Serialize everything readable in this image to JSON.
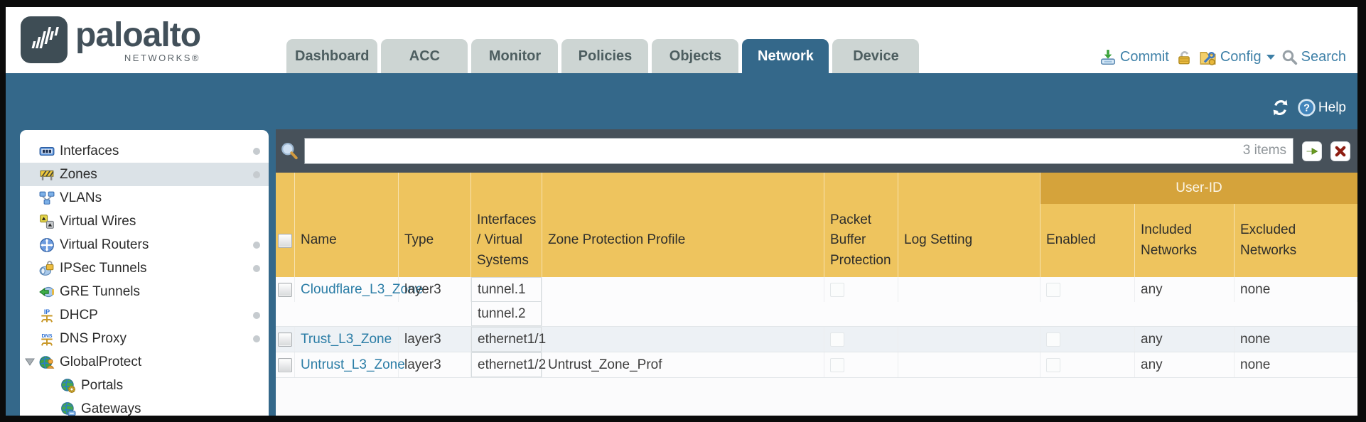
{
  "brand": {
    "name": "paloalto",
    "subtitle": "NETWORKS®"
  },
  "tabs": [
    {
      "label": "Dashboard",
      "active": false
    },
    {
      "label": "ACC",
      "active": false
    },
    {
      "label": "Monitor",
      "active": false
    },
    {
      "label": "Policies",
      "active": false
    },
    {
      "label": "Objects",
      "active": false
    },
    {
      "label": "Network",
      "active": true
    },
    {
      "label": "Device",
      "active": false
    }
  ],
  "toolbar": {
    "commit": "Commit",
    "config": "Config",
    "search": "Search"
  },
  "helpbar": {
    "help": "Help"
  },
  "sidebar": {
    "items": [
      {
        "label": "Interfaces",
        "icon": "interfaces-icon",
        "dot": true,
        "selected": false
      },
      {
        "label": "Zones",
        "icon": "zones-icon",
        "dot": true,
        "selected": true
      },
      {
        "label": "VLANs",
        "icon": "vlans-icon",
        "dot": false,
        "selected": false
      },
      {
        "label": "Virtual Wires",
        "icon": "virtual-wires-icon",
        "dot": false,
        "selected": false
      },
      {
        "label": "Virtual Routers",
        "icon": "virtual-routers-icon",
        "dot": true,
        "selected": false
      },
      {
        "label": "IPSec Tunnels",
        "icon": "ipsec-tunnels-icon",
        "dot": true,
        "selected": false
      },
      {
        "label": "GRE Tunnels",
        "icon": "gre-tunnels-icon",
        "dot": false,
        "selected": false
      },
      {
        "label": "DHCP",
        "icon": "dhcp-icon",
        "dot": true,
        "selected": false
      },
      {
        "label": "DNS Proxy",
        "icon": "dns-proxy-icon",
        "dot": true,
        "selected": false
      },
      {
        "label": "GlobalProtect",
        "icon": "globalprotect-icon",
        "dot": false,
        "selected": false,
        "expanded": true
      },
      {
        "label": "Portals",
        "icon": "portals-icon",
        "dot": false,
        "selected": false,
        "child": true
      },
      {
        "label": "Gateways",
        "icon": "gateways-icon",
        "dot": false,
        "selected": false,
        "child": true
      }
    ]
  },
  "filterbar": {
    "value": "",
    "count": "3 items"
  },
  "table": {
    "group_header": "User-ID",
    "columns": {
      "name": "Name",
      "type": "Type",
      "interfaces": "Interfaces / Virtual Systems",
      "zone_protection": "Zone Protection Profile",
      "packet_buffer": "Packet Buffer Protection",
      "log_setting": "Log Setting",
      "enabled": "Enabled",
      "included": "Included Networks",
      "excluded": "Excluded Networks"
    },
    "rows": [
      {
        "name": "Cloudflare_L3_Zone",
        "type": "layer3",
        "interfaces": [
          "tunnel.1",
          "tunnel.2"
        ],
        "zone_protection": "",
        "log_setting": "",
        "included": "any",
        "excluded": "none"
      },
      {
        "name": "Trust_L3_Zone",
        "type": "layer3",
        "interfaces": [
          "ethernet1/1"
        ],
        "zone_protection": "",
        "log_setting": "",
        "included": "any",
        "excluded": "none"
      },
      {
        "name": "Untrust_L3_Zone",
        "type": "layer3",
        "interfaces": [
          "ethernet1/2"
        ],
        "zone_protection": "Untrust_Zone_Prof",
        "log_setting": "",
        "included": "any",
        "excluded": "none"
      }
    ]
  },
  "colors": {
    "teal_header": "#34688a",
    "table_header_gold": "#eec45e",
    "user_id_band_gold": "#d5a33b",
    "filter_bar_slate": "#47515a",
    "link_blue": "#2b7da6",
    "tab_inactive": "#cdd5d3",
    "sidebar_selected": "#dbe2e7"
  }
}
